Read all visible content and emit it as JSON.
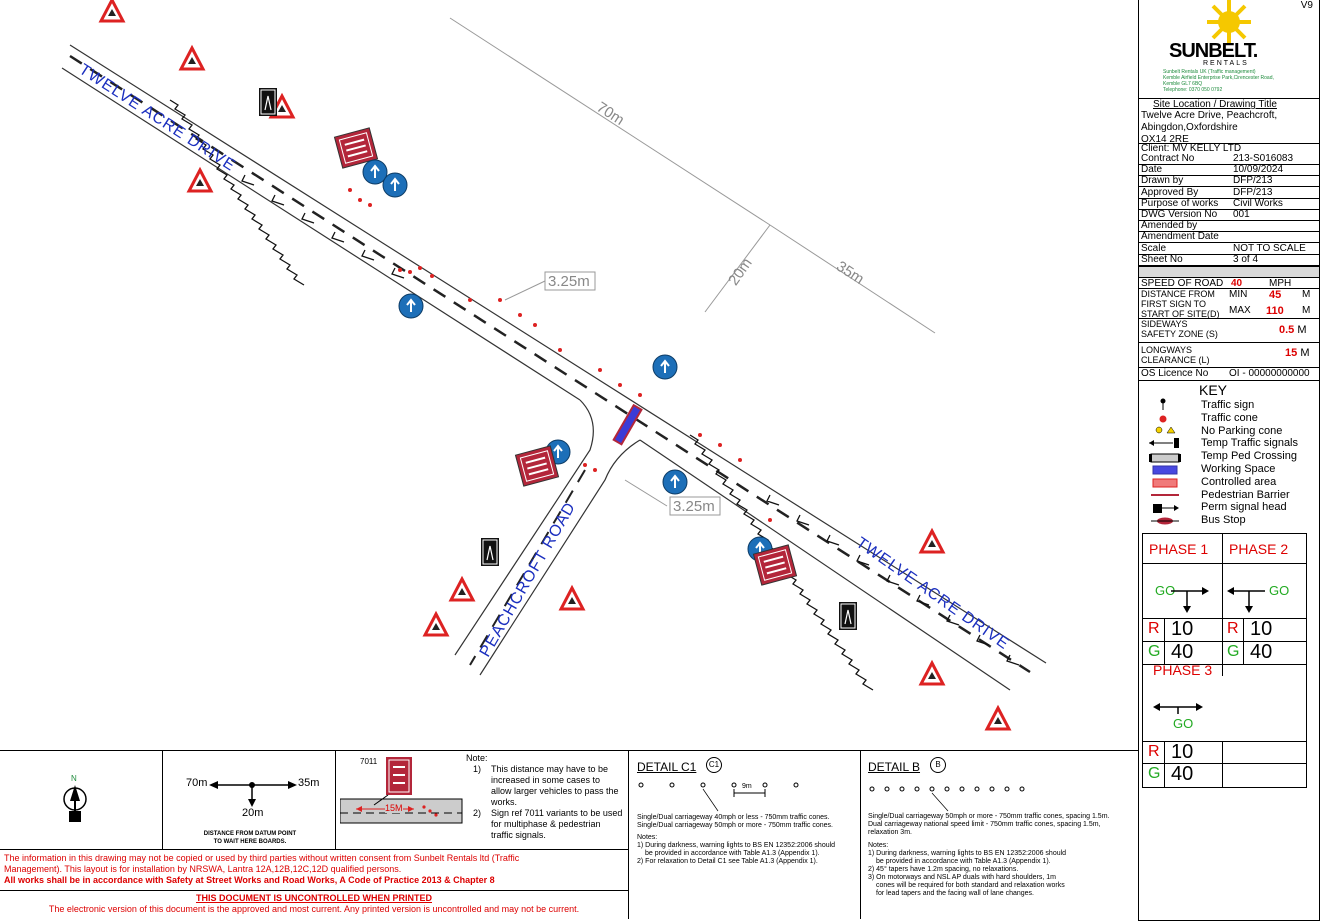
{
  "version": "V9",
  "company": {
    "logo_text": "SUNBELT.",
    "logo_sub": "RENTALS",
    "line1": "Sunbelt Rentals UK (Traffic management)",
    "line2": "Kemble Airfield Enterprise Park,Cirencester Road,",
    "line3": "Kemble GL7 6BQ",
    "line4": "Telephone: 0370 050 0792"
  },
  "site": {
    "heading": "Site Location / Drawing Title",
    "line1": "Twelve Acre Drive, Peachcroft,",
    "line2": "Abingdon,Oxfordshire",
    "line3": "OX14 2RE",
    "client": "Client: MV KELLY LTD"
  },
  "info_rows": [
    {
      "key": "Contract No",
      "value": "213-S016083"
    },
    {
      "key": "Date",
      "value": "10/09/2024"
    },
    {
      "key": "Drawn by",
      "value": "DFP/213"
    },
    {
      "key": "Approved By",
      "value": "DFP/213"
    },
    {
      "key": "Purpose of works",
      "value": "Civil Works"
    },
    {
      "key": "DWG Version No",
      "value": "001"
    },
    {
      "key": "Amended by",
      "value": ""
    },
    {
      "key": "Amendment Date",
      "value": ""
    },
    {
      "key": "Scale",
      "value": "NOT TO SCALE"
    },
    {
      "key": "Sheet No",
      "value": "3 of 4"
    }
  ],
  "speed": {
    "label": "SPEED OF ROAD",
    "value": "40",
    "unit": "MPH"
  },
  "distance": {
    "label1": "DISTANCE FROM",
    "label2": "FIRST SIGN TO",
    "label3": "START OF SITE(D)",
    "min_label": "MIN",
    "min_value": "45",
    "max_label": "MAX",
    "max_value": "110",
    "unit": "M"
  },
  "sideways": {
    "label1": "SIDEWAYS",
    "label2": "SAFETY ZONE (S)",
    "value": "0.5",
    "unit": "M"
  },
  "longways": {
    "label1": "LONGWAYS",
    "label2": "CLEARANCE (L)",
    "value": "15",
    "unit": "M"
  },
  "os_licence": {
    "label": "OS Licence No",
    "value": "OI - 00000000000"
  },
  "key": {
    "title": "KEY",
    "items": [
      "Traffic sign",
      "Traffic cone",
      "No Parking cone",
      "Temp Traffic signals",
      "Temp Ped Crossing",
      "Working Space",
      "Controlled area",
      "Pedestrian Barrier",
      "Perm signal head",
      "Bus Stop"
    ]
  },
  "phases": {
    "p1": "PHASE 1",
    "p2": "PHASE 2",
    "p3": "PHASE 3",
    "go": "GO",
    "r": "R",
    "g": "G",
    "p1_r": "10",
    "p1_g": "40",
    "p2_r": "10",
    "p2_g": "40",
    "p3_r": "10",
    "p3_g": "40"
  },
  "plan": {
    "road1": "TWELVE ACRE DRIVE",
    "road2": "TWELVE ACRE DRIVE",
    "road3": "PEACHCROFT ROAD",
    "dim_70": "70m",
    "dim_20": "20m",
    "dim_35": "35m",
    "dim_325a": "3.25m",
    "dim_325b": "3.25m"
  },
  "bottom": {
    "compass_n": "N",
    "datum_70": "70m",
    "datum_35": "35m",
    "datum_20": "20m",
    "datum_caption1": "DISTANCE FROM DATUM POINT",
    "datum_caption2": "TO WAIT HERE BOARDS.",
    "sign_ref": "7011",
    "sign_dist": "15M",
    "note_title": "Note:",
    "note1": "This distance may have to be increased in some cases to allow larger vehicles to pass the works.",
    "note2": "Sign ref 7011 variants to be used for multiphase & pedestrian traffic signals.",
    "note1_num": "1)",
    "note2_num": "2)",
    "detail_c1_title": "DETAIL C1",
    "detail_c1_badge": "C1",
    "detail_c1_spacing": "9m",
    "detail_c1_text1": "Single/Dual carriageway 40mph or less - 750mm traffic cones.",
    "detail_c1_text2": "Single/Dual carriageway 50mph or more - 750mm traffic cones.",
    "detail_c1_notes_title": "Notes:",
    "detail_c1_note1": "1) During darkness, warning lights to BS EN 12352:2006 should",
    "detail_c1_note1b": "be provided in accordance with Table A1.3 (Appendix 1).",
    "detail_c1_note2": "2) For relaxation to Detail C1 see Table A1.3 (Appendix 1).",
    "detail_b_title": "DETAIL B",
    "detail_b_badge": "B",
    "detail_b_text1": "Single/Dual carriageway 50mph or more - 750mm traffic cones, spacing 1.5m.",
    "detail_b_text2": "Dual carriageway national speed limit - 750mm traffic cones, spacing 1.5m,",
    "detail_b_text3": "relaxation 3m.",
    "detail_b_notes_title": "Notes:",
    "detail_b_note1": "1) During darkness, warning lights to BS EN 12352:2006 should",
    "detail_b_note1b": "be provided in accordance with Table A1.3 (Appendix 1).",
    "detail_b_note2": "2) 45° tapers have 1.2m spacing, no relaxations.",
    "detail_b_note3": "3) On motorways and NSL AP duals with hard shoulders, 1m",
    "detail_b_note3b": "cones will be required for both standard and relaxation works",
    "detail_b_note3c": "for lead tapers and the facing wall of lane changes.",
    "disclaimer1": "The information in this drawing may not be copied or used by third parties without written consent from Sunbelt Rentals ltd (Traffic",
    "disclaimer2": "Management). This layout is for installation by NRSWA, Lantra 12A,12B,12C,12D qualified persons.",
    "disclaimer3": "All works shall be in accordance with Safety at Street Works and Road Works, A Code of Practice 2013 & Chapter 8",
    "uncontrolled": "THIS DOCUMENT IS UNCONTROLLED WHEN PRINTED",
    "electronic": "The electronic version of this document is the approved and most current. Any printed version is uncontrolled and may not be current."
  }
}
